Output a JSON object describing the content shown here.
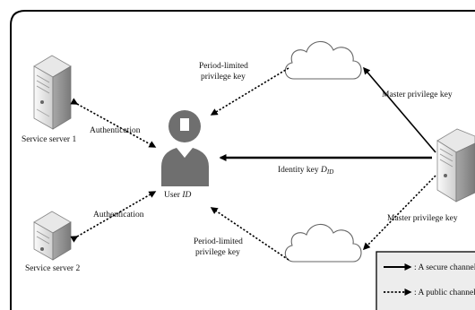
{
  "labels": {
    "service_server_1": "Service server 1",
    "service_server_2": "Service server 2",
    "authentication_top": "Authentication",
    "authentication_bottom": "Authentication",
    "period_top_line1": "Period-limited",
    "period_top_line2": "privilege key",
    "period_bottom_line1": "Period-limited",
    "period_bottom_line2": "privilege key",
    "master_top": "Master privilege key",
    "master_bottom": "Master privilege key",
    "identity_key_prefix": "Identity key",
    "identity_key_symbol": "D",
    "identity_key_subscript": "ID",
    "user_prefix": "User",
    "user_id": "ID"
  },
  "legend": {
    "secure": ": A secure channel",
    "public": ": A public channel"
  },
  "colors": {
    "frame": "#000000",
    "server_light": "#f2f2f2",
    "server_dark": "#9a9a9a",
    "user": "#6f6f6f",
    "arrow": "#000000",
    "legend_bg": "#ededed"
  }
}
